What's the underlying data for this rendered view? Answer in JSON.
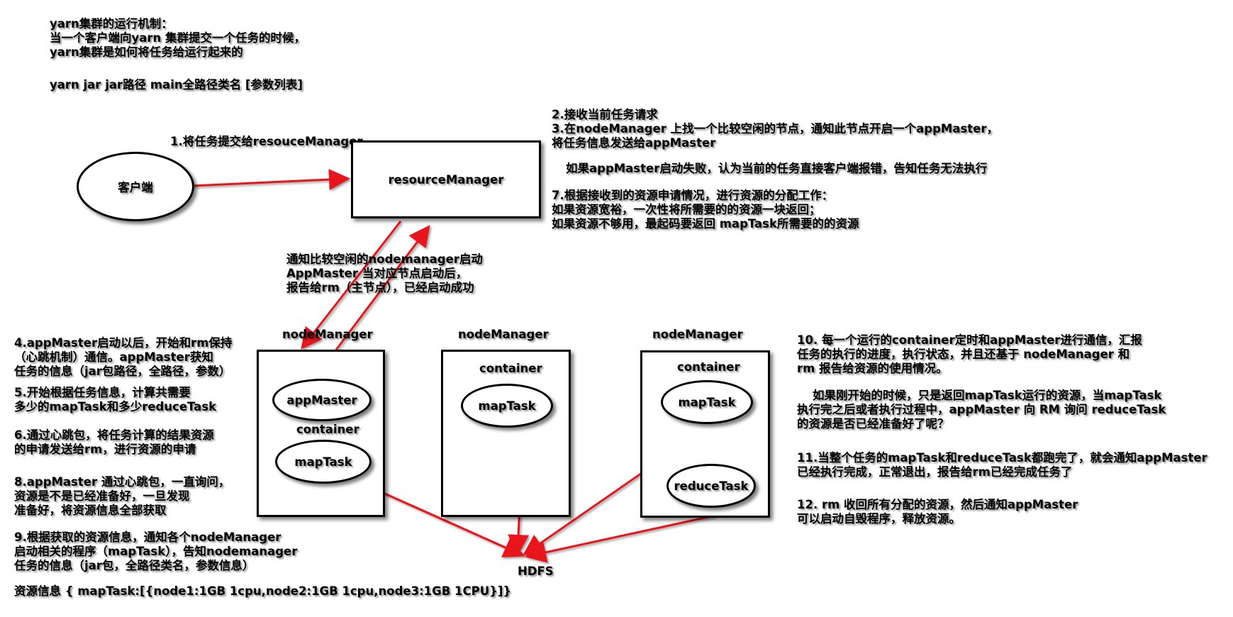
{
  "header": {
    "lines": [
      "yarn集群的运行机制：",
      "当一个客户端向yarn 集群提交一个任务的时候，",
      "yarn集群是如何将任务给运行起来的"
    ],
    "command": "yarn jar jar路径 main全路径类名 [参数列表]"
  },
  "nodes": {
    "client": "客户端",
    "resource_manager": "resourceManager",
    "node_manager_label": "nodeManager",
    "container_label": "container",
    "app_master": "appMaster",
    "map_task": "mapTask",
    "reduce_task": "reduceTask",
    "hdfs": "HDFS"
  },
  "steps": {
    "step1": "1.将任务提交给resouceManager",
    "step2_3": [
      "2.接收当前任务请求",
      "3.在nodeManager 上找一个比较空闲的节点，通知此节点开启一个appMaster，",
      "将任务信息发送给appMaster"
    ],
    "fail_note": "如果appMaster启动失败，认为当前的任务直接客户端报错，告知任务无法执行",
    "step7": [
      "7.根据接收到的资源申请情况，进行资源的分配工作：",
      "如果资源宽裕，一次性将所需要的的资源一块返回；",
      "如果资源不够用，最起码要返回 mapTask所需要的的资源"
    ],
    "notify": [
      "通知比较空闲的nodemanager启动",
      "AppMaster 当对应节点启动后，",
      "报告给rm（主节点），已经启动成功"
    ],
    "step4": [
      "4.appMaster启动以后，开始和rm保持",
      "（心跳机制）通信。appMaster获知",
      "任务的信息（jar包路径，全路径，参数）"
    ],
    "step5": [
      "5.开始根据任务信息，计算共需要",
      "多少的mapTask和多少reduceTask"
    ],
    "step6": [
      "6.通过心跳包，将任务计算的结果资源",
      "的申请发送给rm，进行资源的申请"
    ],
    "step8": [
      "8.appMaster 通过心跳包，一直询问，",
      "资源是不是已经准备好，一旦发现",
      "准备好，将资源信息全部获取"
    ],
    "step9": [
      "9.根据获取的资源信息，通知各个nodeManager",
      "启动相关的程序（mapTask），告知nodemanager",
      "任务的信息（jar包，全路径类名，参数信息）"
    ],
    "resource_info": "资源信息 { mapTask:[{node1:1GB 1cpu,node2:1GB 1cpu,node3:1GB 1CPU}]}",
    "step10": [
      "10. 每一个运行的container定时和appMaster进行通信，汇报",
      "任务的执行的进度，执行状态，并且还基于 nodeManager 和",
      "rm 报告给资源的使用情况。"
    ],
    "reduce_note": [
      "如果刚开始的时候，只是返回mapTask运行的资源，当mapTask",
      "执行完之后或者执行过程中，appMaster 向 RM 询问 reduceTask",
      "的资源是否已经准备好了呢？"
    ],
    "step11": [
      "11.当整个任务的mapTask和reduceTask都跑完了，就会通知appMaster",
      "已经执行完成，正常退出，报告给rm已经完成任务了"
    ],
    "step12": [
      "12. rm 收回所有分配的资源，然后通知appMaster",
      "可以启动自毁程序，释放资源。"
    ]
  },
  "colors": {
    "arrow": "#e8161b",
    "stroke": "#000000"
  }
}
